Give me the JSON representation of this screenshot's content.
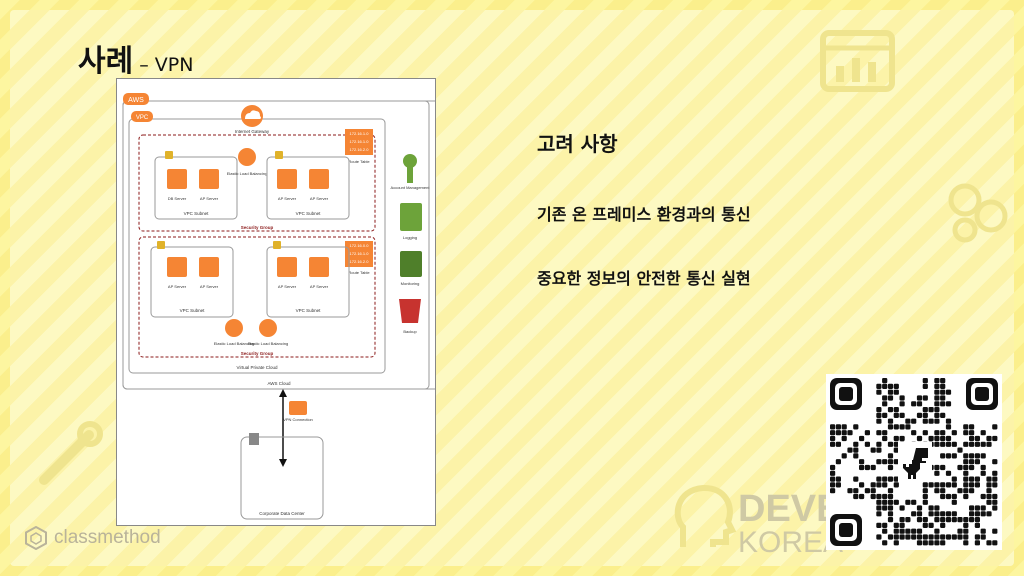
{
  "slide": {
    "title_main": "사례",
    "title_sub": "– VPN",
    "right_title": "고려 사항",
    "bullets": [
      "기존 온 프레미스 환경과의 통신",
      "중요한 정보의 안전한 통신 실현"
    ],
    "brand": "classmethod",
    "watermark_1": "DEVE",
    "watermark_2": "KOREA"
  },
  "diagram": {
    "aws_badge": "AWS",
    "vpc_badge": "VPC",
    "internet_gateway": "Internet Gateway",
    "route_table": "Route Table",
    "route_table_2": "Route Table",
    "routes_top": [
      "172.16.1.0",
      "172.16.1.0",
      "172.16.2.0"
    ],
    "routes_bottom": [
      "172.16.0.0",
      "172.16.1.0",
      "172.16.2.0"
    ],
    "elb": "Elastic Load Balancing",
    "db_server": "DB Server",
    "ap_server": "AP Server",
    "vpc_subnet": "VPC Subnet",
    "security_group": "Security Group",
    "virtual_private_cloud": "Virtual Private Cloud",
    "aws_cloud": "AWS Cloud",
    "vpn_connection": "VPN Connection",
    "corporate_data_center": "Corporate Data Center",
    "account_management": "Account Management",
    "logging": "Logging",
    "monitoring": "Monitoring",
    "backup": "Backup"
  },
  "colors": {
    "orange": "#f58534",
    "green": "#6da33a",
    "maroon": "#8b1a1a",
    "yellow_bg": "#fdf6a0"
  }
}
